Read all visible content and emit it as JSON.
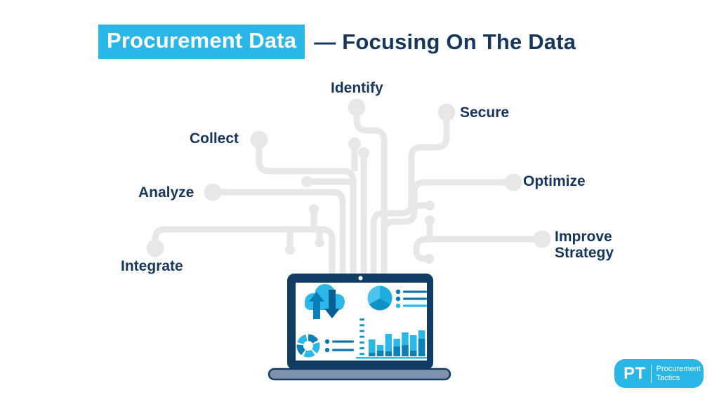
{
  "title": {
    "highlighted": "Procurement Data",
    "plain": "— Focusing On The Data"
  },
  "steps": [
    {
      "id": "identify",
      "label": "Identify"
    },
    {
      "id": "secure",
      "label": "Secure"
    },
    {
      "id": "collect",
      "label": "Collect"
    },
    {
      "id": "analyze",
      "label": "Analyze"
    },
    {
      "id": "integrate",
      "label": "Integrate"
    },
    {
      "id": "optimize",
      "label": "Optimize"
    },
    {
      "id": "improve",
      "label": "Improve Strategy"
    }
  ],
  "logo": {
    "initials": "PT",
    "name_line1": "Procurement",
    "name_line2": "Tactics"
  },
  "colors": {
    "accent_cyan": "#29b7e8",
    "navy_text": "#17365e",
    "circuit_gray": "#e7e7e7",
    "laptop_frame": "#113d64",
    "laptop_base": "#7e92ae",
    "icon_cyan": "#2bb7e8",
    "icon_blue_dark": "#0f7fb8",
    "icon_blue_mid": "#0d76ae",
    "tick_blue": "#1596cb"
  },
  "laptop_dashboard": {
    "icons": [
      "cloud-sync-icon",
      "pie-chart-icon",
      "donut-chart-icon",
      "bar-chart-icon"
    ],
    "bar_chart": {
      "type": "bar",
      "bar_total_heights": [
        24,
        16,
        32,
        25,
        34,
        30,
        37
      ],
      "bar_dark_base_heights": [
        5,
        8,
        7,
        14,
        16,
        8,
        25
      ],
      "axis_tick_count": 7
    }
  }
}
